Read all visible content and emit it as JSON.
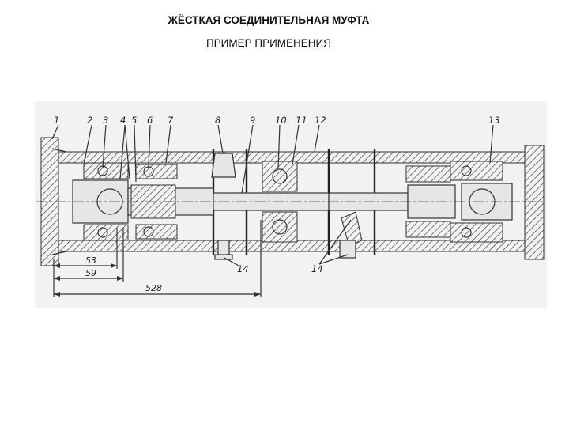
{
  "header": {
    "title": "ЖЁСТКАЯ СОЕДИНИТЕЛЬНАЯ МУФТА",
    "subtitle": "ПРИМЕР ПРИМЕНЕНИЯ"
  },
  "drawing": {
    "callouts": [
      "1",
      "2",
      "3",
      "4",
      "5",
      "6",
      "7",
      "8",
      "9",
      "10",
      "11",
      "12",
      "13",
      "14",
      "14"
    ],
    "dimensions": [
      "53",
      "59",
      "528"
    ]
  }
}
